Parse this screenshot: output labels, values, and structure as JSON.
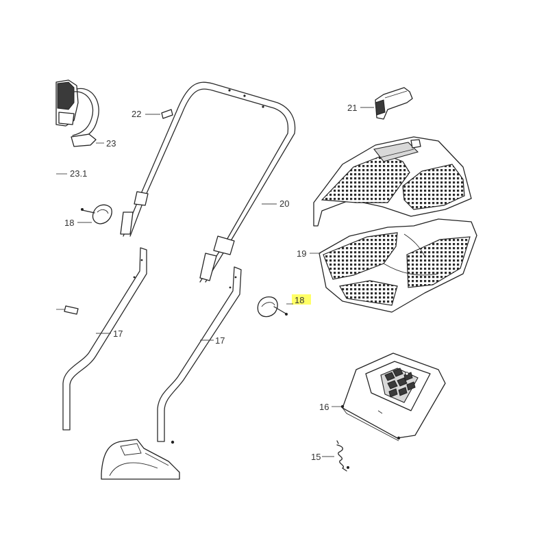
{
  "diagram": {
    "callouts": [
      {
        "id": "c23",
        "label": "23"
      },
      {
        "id": "c231",
        "label": "23.1"
      },
      {
        "id": "c22",
        "label": "22"
      },
      {
        "id": "c18a",
        "label": "18"
      },
      {
        "id": "c20",
        "label": "20"
      },
      {
        "id": "c17a",
        "label": "17"
      },
      {
        "id": "c17b",
        "label": "17"
      },
      {
        "id": "c21",
        "label": "21"
      },
      {
        "id": "c19",
        "label": "19"
      },
      {
        "id": "c18b",
        "label": "18"
      },
      {
        "id": "c16",
        "label": "16"
      },
      {
        "id": "c15",
        "label": "15"
      }
    ],
    "highlight_color": "#ffff66",
    "line_color": "#2a2a2a"
  }
}
